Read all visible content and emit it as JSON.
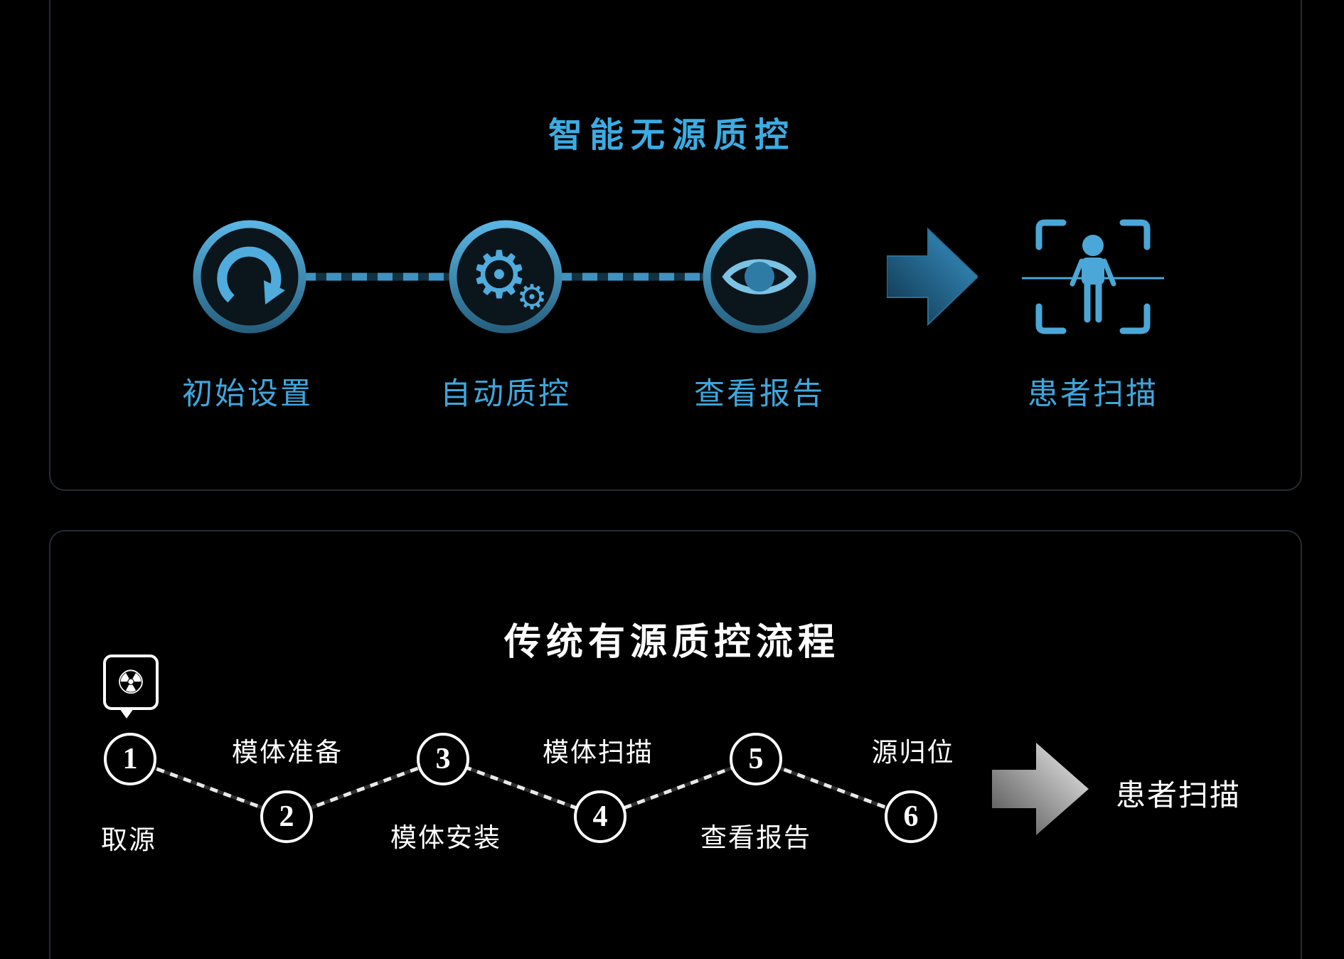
{
  "smart_panel": {
    "title": "智能无源质控",
    "steps": [
      {
        "label": "初始设置",
        "icon": "refresh-icon"
      },
      {
        "label": "自动质控",
        "icon": "gears-icon"
      },
      {
        "label": "查看报告",
        "icon": "eye-icon"
      }
    ],
    "outcome": {
      "label": "患者扫描",
      "icon": "patient-scan-icon"
    }
  },
  "traditional_panel": {
    "title": "传统有源质控流程",
    "badge_icon": "radiation-icon",
    "steps": [
      {
        "number": "1",
        "label": "取源"
      },
      {
        "number": "2",
        "label": "模体准备"
      },
      {
        "number": "3",
        "label": "模体安装"
      },
      {
        "number": "4",
        "label": "模体扫描"
      },
      {
        "number": "5",
        "label": "查看报告"
      },
      {
        "number": "6",
        "label": "源归位"
      }
    ],
    "outcome": {
      "label": "患者扫描"
    }
  },
  "icons": {
    "gears_glyph": "⚙",
    "radiation_glyph": "☢",
    "refresh_icon": "circular-arrow",
    "eye_icon": "eye-shape",
    "patient_scan_icon": "person-in-scan-frame",
    "blue_arrow_icon": "right-block-arrow",
    "gray_arrow_icon": "right-block-arrow"
  },
  "colors": {
    "background": "#000000",
    "accent_blue": "#3fa7dc",
    "title_blue": "#3cace2",
    "panel_border": "#262c33",
    "white": "#ffffff"
  }
}
